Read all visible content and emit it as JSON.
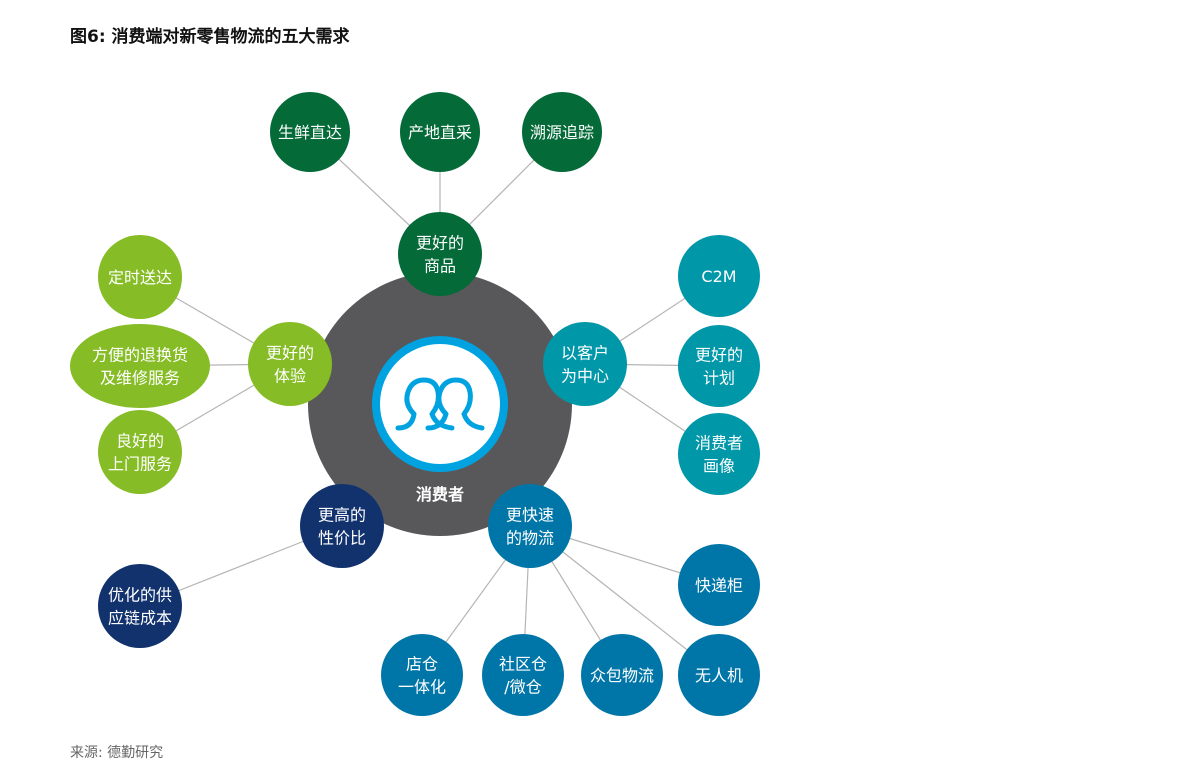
{
  "title": "图6: 消费端对新零售物流的五大需求",
  "source": "来源: 德勤研究",
  "colors": {
    "hub": "#58585a",
    "ring": "#00a3e0",
    "dark_green": "#046a38",
    "light_green": "#86bc25",
    "teal": "#0097a9",
    "blue": "#0076a8",
    "navy": "#12326e"
  },
  "center": {
    "label": "消费者",
    "icon": "people-icon"
  },
  "needs": {
    "goods": {
      "label": [
        "更好的",
        "商品"
      ],
      "children": [
        [
          "生鲜直达"
        ],
        [
          "产地直采"
        ],
        [
          "溯源追踪"
        ]
      ]
    },
    "experience": {
      "label": [
        "更好的",
        "体验"
      ],
      "children": [
        [
          "定时送达"
        ],
        [
          "方便的退换货",
          "及维修服务"
        ],
        [
          "良好的",
          "上门服务"
        ]
      ]
    },
    "customer": {
      "label": [
        "以客户",
        "为中心"
      ],
      "children": [
        [
          "C2M"
        ],
        [
          "更好的",
          "计划"
        ],
        [
          "消费者",
          "画像"
        ]
      ]
    },
    "value": {
      "label": [
        "更高的",
        "性价比"
      ],
      "children": [
        [
          "优化的供",
          "应链成本"
        ]
      ]
    },
    "logistics": {
      "label": [
        "更快速",
        "的物流"
      ],
      "children": [
        [
          "快递柜"
        ],
        [
          "无人机"
        ],
        [
          "众包物流"
        ],
        [
          "社区仓",
          "/微仓"
        ],
        [
          "店仓",
          "一体化"
        ]
      ]
    }
  }
}
